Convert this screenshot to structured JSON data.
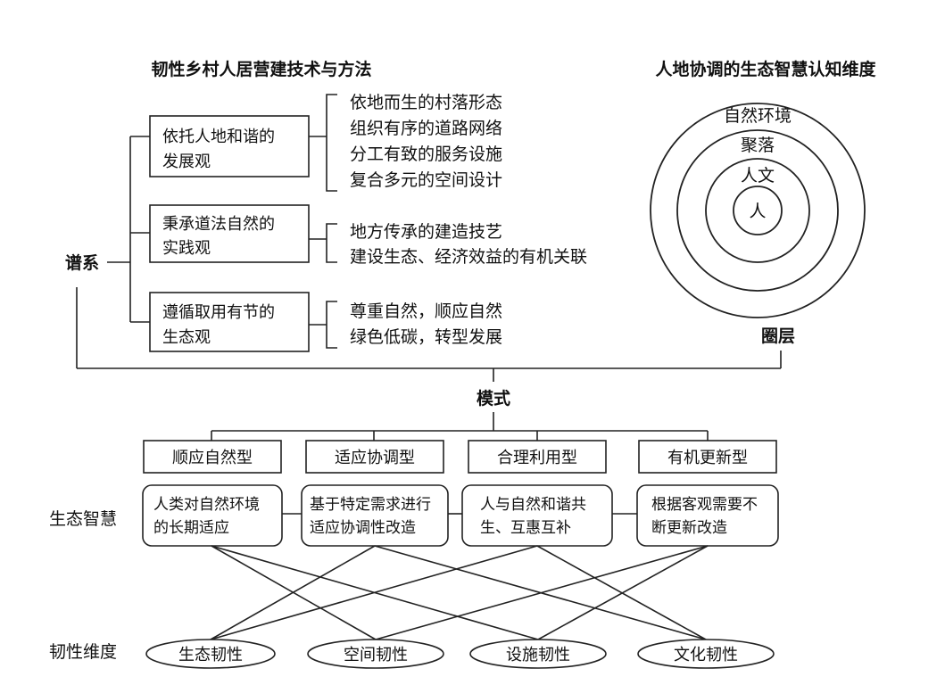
{
  "left_title": "韧性乡村人居营建技术与方法",
  "right_title": "人地协调的生态智慧认知维度",
  "pu_xi": "谱系",
  "quan_ceng": "圈层",
  "mo_shi": "模式",
  "concepts": [
    {
      "lines": [
        "依托人地和谐的",
        "发展观"
      ],
      "items": [
        "依地而生的村落形态",
        "组织有序的道路网络",
        "分工有致的服务设施",
        "复合多元的空间设计"
      ]
    },
    {
      "lines": [
        "秉承道法自然的",
        "实践观"
      ],
      "items": [
        "地方传承的建造技艺",
        "建设生态、经济效益的有机关联"
      ]
    },
    {
      "lines": [
        "遵循取用有节的",
        "生态观"
      ],
      "items": [
        "尊重自然，顺应自然",
        "绿色低碳，转型发展"
      ]
    }
  ],
  "rings": [
    "自然环境",
    "聚落",
    "人文",
    "人"
  ],
  "modes": [
    "顺应自然型",
    "适应协调型",
    "合理利用型",
    "有机更新型"
  ],
  "eco_label": "生态智慧",
  "eco": [
    [
      "人类对自然环境",
      "的长期适应"
    ],
    [
      "基于特定需求进行",
      "适应协调性改造"
    ],
    [
      "人与自然和谐共",
      "生、互惠互补"
    ],
    [
      "根据客观需要不",
      "断更新改造"
    ]
  ],
  "resil_label": "韧性维度",
  "resilience": [
    "生态韧性",
    "空间韧性",
    "设施韧性",
    "文化韧性"
  ]
}
